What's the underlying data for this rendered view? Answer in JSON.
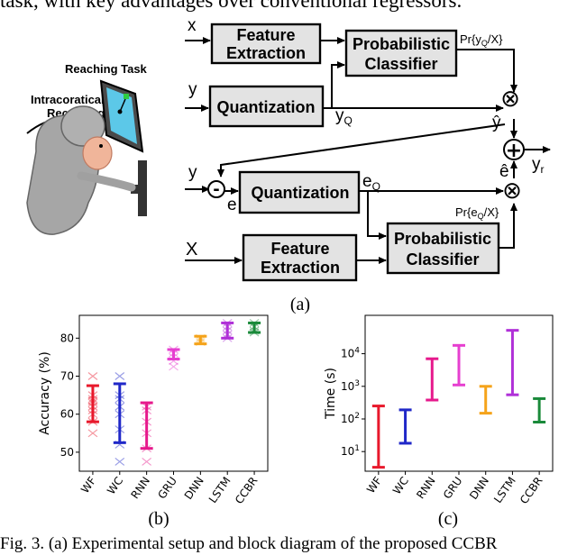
{
  "text": {
    "top_line": "task, with key advantages over conventional regressors.",
    "bottom_line": "Fig. 3.    (a) Experimental setup and block diagram of the proposed CCBR"
  },
  "diagram": {
    "setup_title": "Reaching Task",
    "recording_label_1": "Intracoratical",
    "recording_label_2": "Recording",
    "feature_extraction_1": "Feature",
    "feature_extraction_2": "Extraction",
    "classifier_1": "Probabilistic",
    "classifier_2": "Classifier",
    "quantization": "Quantization",
    "sig_x": "x",
    "sig_X": "X",
    "sig_y": "y",
    "sig_yQ_base": "y",
    "sig_Q": "Q",
    "sig_pr_y": "Pr{y",
    "sig_pr_y_tail": "/X}",
    "sig_yhat": "ŷ",
    "sig_ehat": "ê",
    "sig_e": "e",
    "sig_eQ_base": "e",
    "sig_pr_e": "Pr{e",
    "sig_pr_e_tail": "/X}",
    "sig_yr_base": "y",
    "sig_r": "r",
    "op_multiply": "⊗",
    "op_plus": "+",
    "op_minus": "-",
    "panel_a": "(a)",
    "panel_b": "(b)",
    "panel_c": "(c)"
  },
  "chart_data": [
    {
      "type": "range",
      "ylabel": "Accuracy (%)",
      "ylim": [
        45,
        86
      ],
      "yticks": [
        50,
        60,
        70,
        80
      ],
      "categories": [
        "WF",
        "WC",
        "RNN",
        "GRU",
        "DNN",
        "LSTM",
        "CCBR"
      ],
      "colors": [
        "#e8192c",
        "#2028c8",
        "#e6198c",
        "#e63fd0",
        "#f5a31a",
        "#b030d8",
        "#1a8a3a"
      ],
      "ranges": [
        [
          58,
          67.5
        ],
        [
          52.5,
          68
        ],
        [
          51,
          63
        ],
        [
          74.5,
          77
        ],
        [
          78.5,
          80.5
        ],
        [
          80,
          84
        ],
        [
          81.5,
          84
        ]
      ],
      "points": [
        [
          55,
          58,
          60,
          61,
          62,
          63,
          63.5,
          64,
          65,
          70
        ],
        [
          47.5,
          52,
          56,
          60,
          62,
          64,
          65,
          70
        ],
        [
          47.5,
          51,
          55,
          58,
          61,
          62
        ],
        [
          72.5,
          74,
          75,
          76,
          77
        ],
        [
          79,
          79.5,
          80
        ],
        [
          80,
          81,
          82,
          83,
          84
        ],
        [
          81.5,
          82,
          83,
          84
        ]
      ]
    },
    {
      "type": "range",
      "ylabel": "Time (s)",
      "log": true,
      "ylim": [
        2.5,
        150000
      ],
      "yticks": [
        10,
        100,
        1000,
        10000
      ],
      "yticklabels": [
        "10^1",
        "10^2",
        "10^3",
        "10^4"
      ],
      "categories": [
        "WF",
        "WC",
        "RNN",
        "GRU",
        "DNN",
        "LSTM",
        "CCBR"
      ],
      "colors": [
        "#e8192c",
        "#2028c8",
        "#e6198c",
        "#e63fd0",
        "#f5a31a",
        "#b030d8",
        "#1a8a3a"
      ],
      "ranges": [
        [
          3.3,
          250
        ],
        [
          18,
          190
        ],
        [
          380,
          7000
        ],
        [
          1100,
          18000
        ],
        [
          150,
          1000
        ],
        [
          550,
          52000
        ],
        [
          80,
          420
        ]
      ]
    }
  ]
}
